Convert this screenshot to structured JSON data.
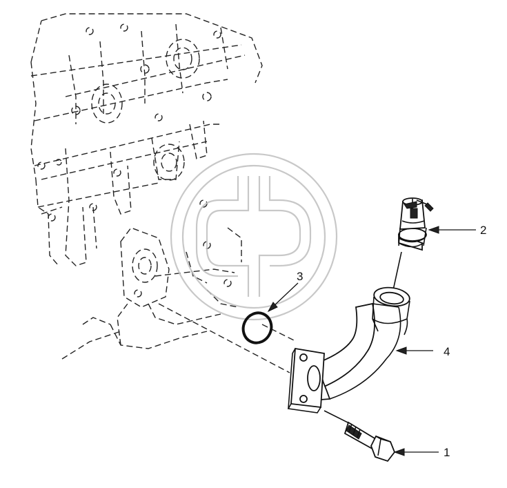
{
  "callouts": {
    "item1": "1",
    "item2": "2",
    "item3": "3",
    "item4": "4"
  },
  "colors": {
    "line": "#111111",
    "watermark": "#bfbfbf",
    "background": "#ffffff"
  }
}
